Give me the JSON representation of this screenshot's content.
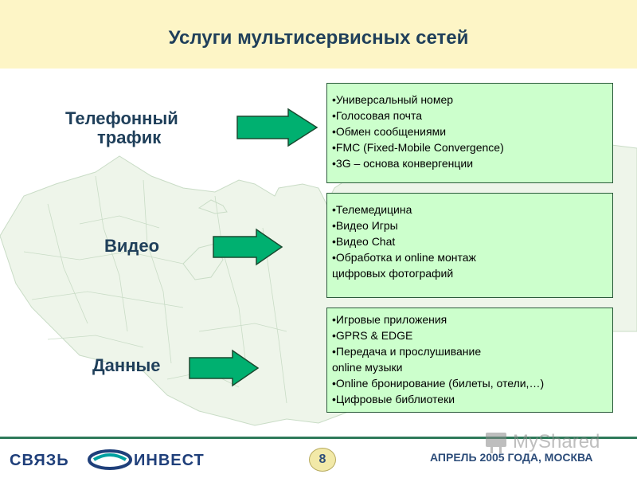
{
  "slide": {
    "title": "Услуги мультисервисных сетей",
    "categories": {
      "phone_line1": "Телефонный",
      "phone_line2": "трафик",
      "video": "Видео",
      "data": "Данные"
    },
    "boxes": [
      {
        "items": [
          "•Универсальный номер",
          "•Голосовая почта",
          "•Обмен сообщениями",
          "•FMC (Fixed-Mobile Convergence)",
          "•3G – основа конвергенции"
        ]
      },
      {
        "items": [
          "•Телемедицина",
          "•Видео Игры",
          "•Видео Chat",
          "•Обработка и online монтаж",
          "цифровых фотографий"
        ]
      },
      {
        "items": [
          "•Игровые приложения",
          "•GPRS & EDGE",
          "•Передача и прослушивание",
          "online музыки",
          "•Online бронирование (билеты, отели,…)",
          "•Цифровые библиотеки"
        ]
      }
    ]
  },
  "footer": {
    "logo_left": "СВЯЗЬ",
    "logo_right": "ИНВЕСТ",
    "page_number": "8",
    "date": "АПРЕЛЬ 2005 ГОДА, МОСКВА",
    "watermark": "MyShared"
  },
  "colors": {
    "header_bg": "#fdf5c6",
    "box_bg": "#ccffcc",
    "arrow_fill": "#00b070",
    "title_color": "#1f3f5a",
    "footer_line": "#2e7a5a"
  }
}
